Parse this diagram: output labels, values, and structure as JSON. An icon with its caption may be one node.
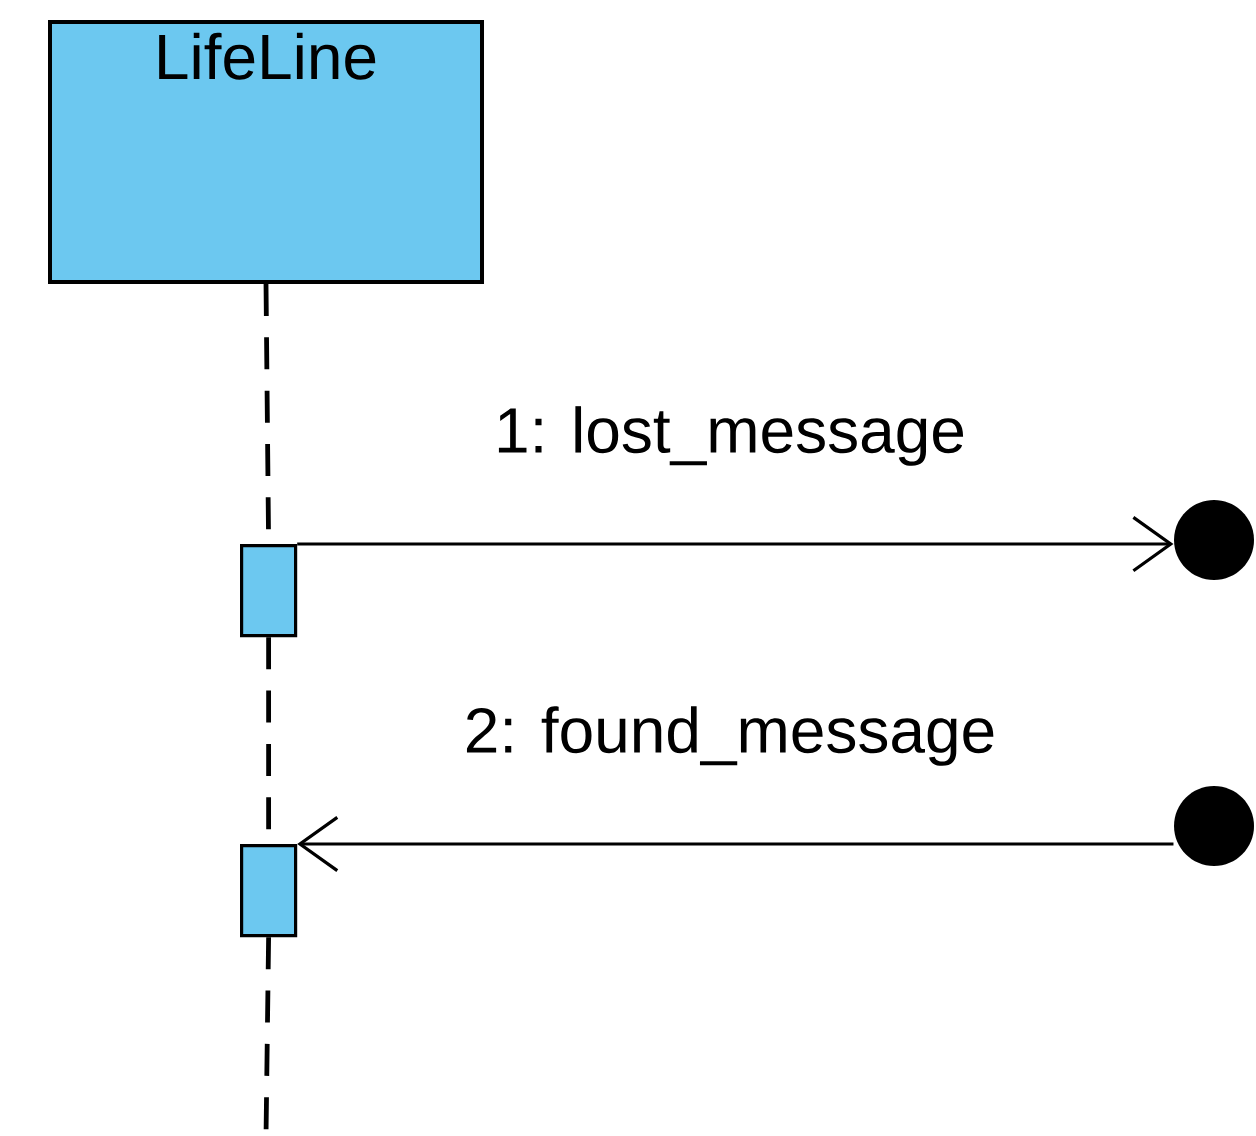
{
  "diagram": {
    "nodes": [
      {
        "text": [
          "LifeLine"
        ]
      },
      {
        "text": [],
        "shape": "bar"
      },
      {
        "text": [],
        "shape": "bar"
      },
      {
        "text": [],
        "shape": "circle"
      },
      {
        "text": [],
        "shape": "circle"
      }
    ],
    "edges": [
      {
        "from": 0,
        "to": 1,
        "arrow": "none",
        "style": "dashed"
      },
      {
        "from": 1,
        "to": 2,
        "arrow": "none",
        "style": "dashed"
      },
      {
        "from": 2,
        "to": null,
        "arrow": "none",
        "style": "dashed"
      },
      {
        "from": 1,
        "to": 3,
        "arrow": "to",
        "label": "1: lost_message"
      },
      {
        "from": 4,
        "to": 2,
        "arrow": "to",
        "label": "2: found_message"
      }
    ]
  }
}
